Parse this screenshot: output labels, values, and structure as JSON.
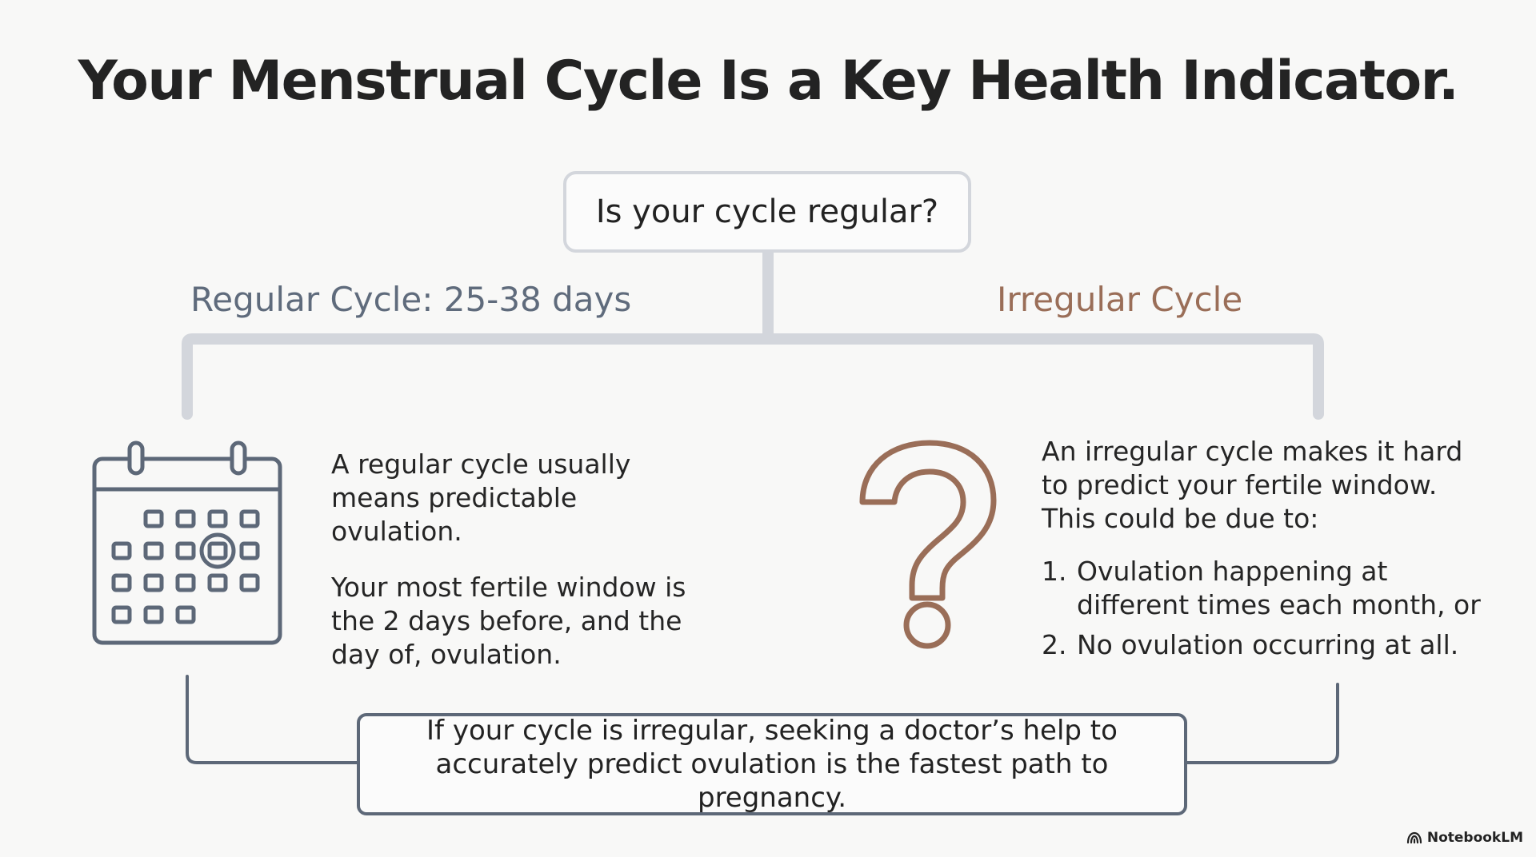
{
  "title": "Your Menstrual Cycle Is a Key Health Indicator.",
  "question": "Is your cycle regular?",
  "regular": {
    "label": "Regular Cycle: 25-38 days",
    "paragraph_1": "A regular cycle usually means predictable ovulation.",
    "paragraph_2": "Your most fertile window is the 2 days before, and the day of, ovulation.",
    "icon": "calendar-icon"
  },
  "irregular": {
    "label": "Irregular Cycle",
    "intro": "An irregular cycle makes it hard to predict your fertile window. This could be due to:",
    "reasons": [
      {
        "num": "1.",
        "text": "Ovulation happening at different times each month, or"
      },
      {
        "num": "2.",
        "text": "No ovulation occurring at all."
      }
    ],
    "icon": "question-mark-icon"
  },
  "conclusion": "If your cycle is irregular, seeking a doctor’s help to accurately predict ovulation is the fastest path to pregnancy.",
  "watermark": "NotebookLM",
  "colors": {
    "regular_accent": "#5f6b7c",
    "irregular_accent": "#9a6e58",
    "connector_light": "#d3d6dc",
    "connector_dark": "#5d6878"
  }
}
